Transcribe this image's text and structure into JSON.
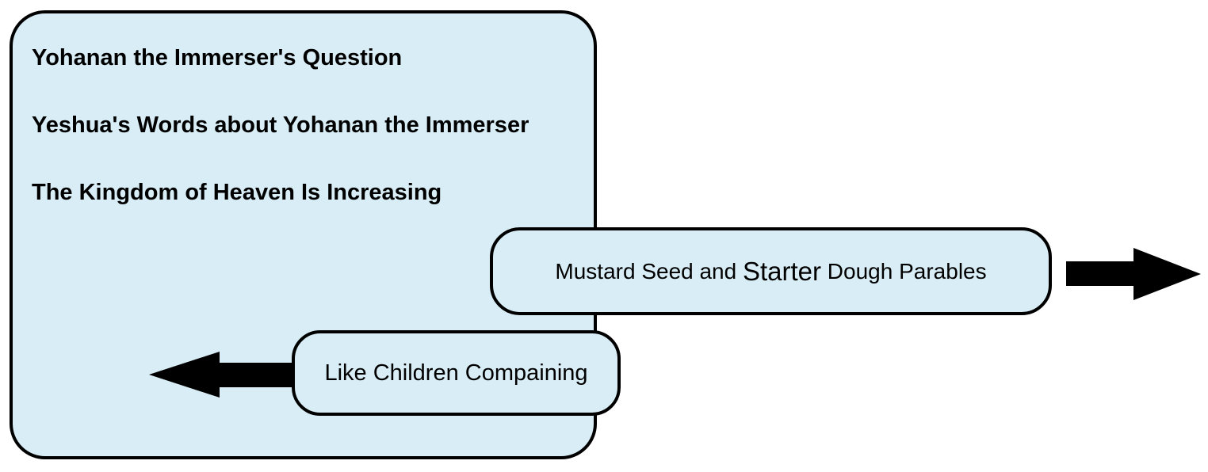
{
  "diagram": {
    "background_color": "#ffffff",
    "box_fill_color": "#d8edf5",
    "box_border_color": "#000000",
    "arrow_color": "#000000",
    "main_box": {
      "lines": {
        "0": "Yohanan the Immerser's Question",
        "1": "Yeshua's Words about Yohanan the Immerser",
        "2": "The Kingdom of Heaven Is Increasing"
      }
    },
    "mustard_box": {
      "text_before": "Mustard Seed and ",
      "text_emphasis": "Starter",
      "text_after": " Dough Parables"
    },
    "children_box": {
      "label": "Like Children Compaining"
    },
    "icons": {
      "right_arrow": "arrow-right",
      "left_arrow": "arrow-left"
    }
  }
}
